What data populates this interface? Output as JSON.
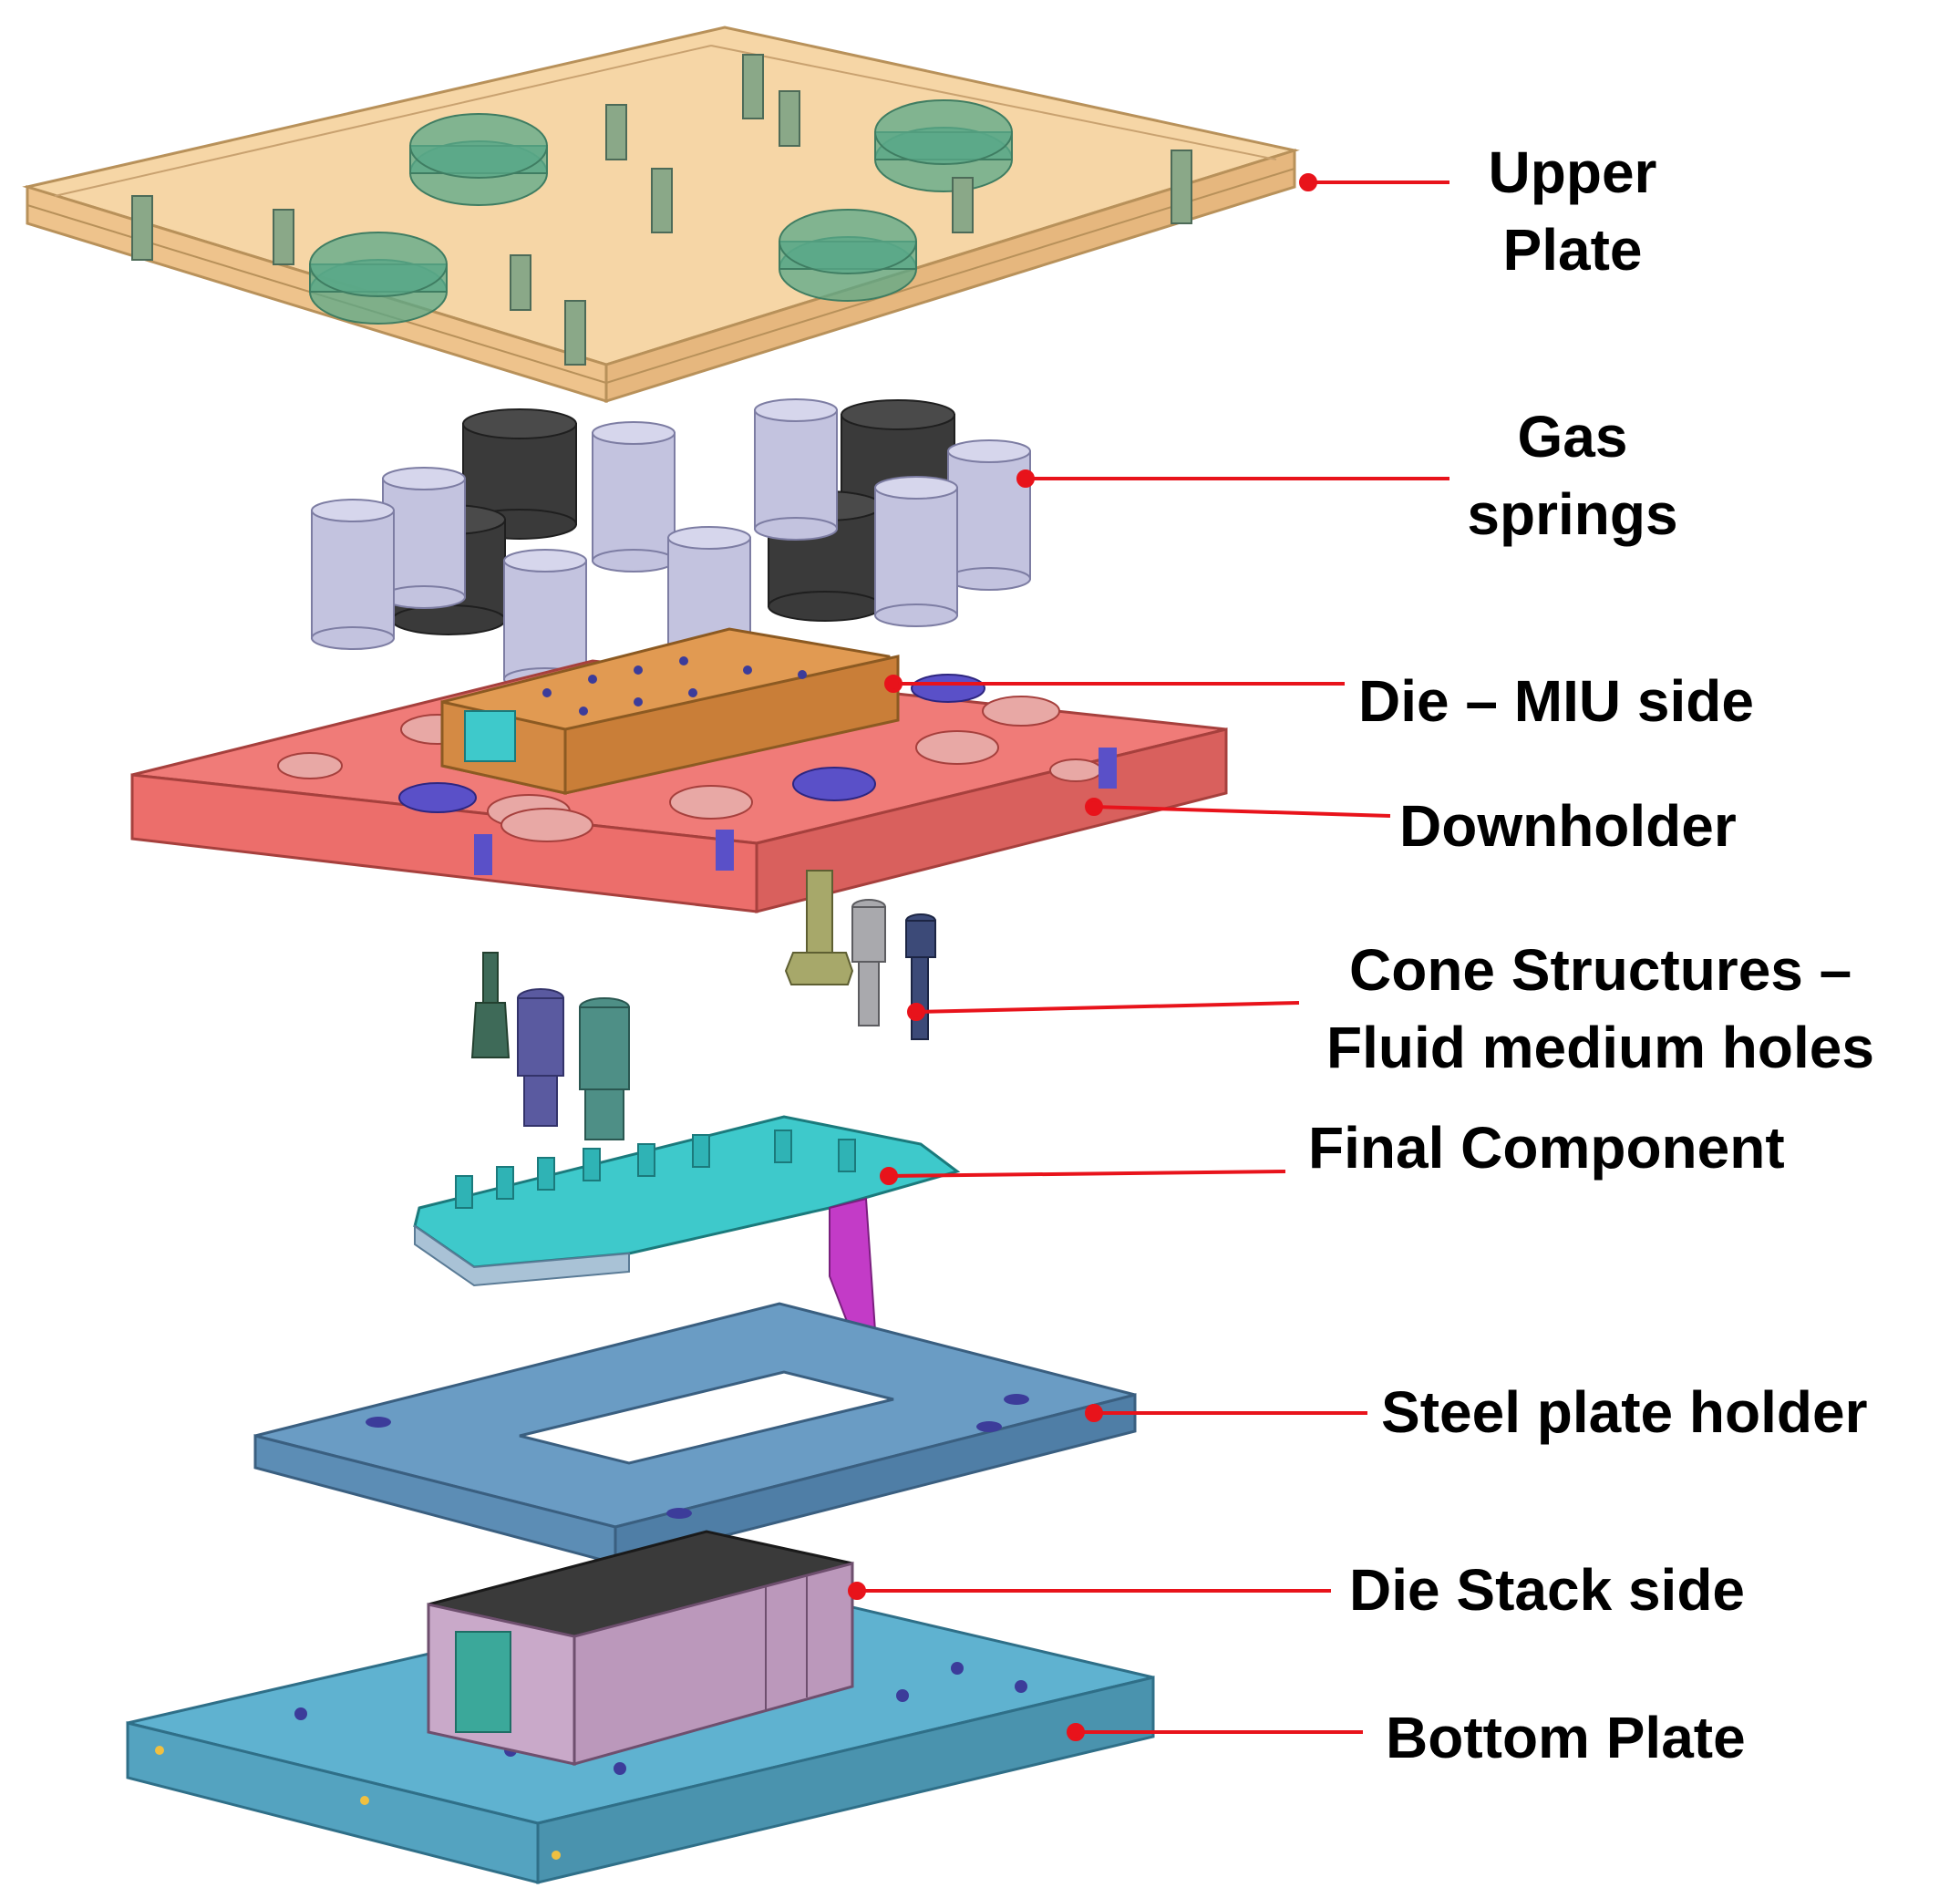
{
  "diagram": {
    "colors": {
      "leader_line": "#e8131b",
      "upper_plate": "#f3c88f",
      "upper_plate_edge": "#b8915a",
      "green_insert": "#5aa888",
      "gas_spring_light": "#c3c3df",
      "gas_spring_dark": "#3a3a3a",
      "die_miu": "#e19a52",
      "downholder": "#f07b78",
      "cone_olive": "#a7a86a",
      "cone_grey": "#a9a9ad",
      "cone_navy": "#3c4a78",
      "cone_dark_green": "#3e6a58",
      "cone_purple": "#5a5aa0",
      "cone_teal": "#4e8f86",
      "final_component": "#3ec9cb",
      "ejector_magenta": "#c33bc7",
      "steel_plate_holder": "#6a9cc4",
      "die_stack": "#c9a9c9",
      "bottom_plate": "#5fb2d0"
    },
    "labels": {
      "upper_plate_1": "Upper",
      "upper_plate_2": "Plate",
      "gas_springs_1": "Gas",
      "gas_springs_2": "springs",
      "die_miu": "Die – MIU side",
      "downholder": "Downholder",
      "cone_1": "Cone Structures –",
      "cone_2": "Fluid medium holes",
      "final_component": "Final Component",
      "steel_plate_holder": "Steel plate holder",
      "die_stack": "Die Stack side",
      "bottom_plate": "Bottom Plate"
    }
  }
}
